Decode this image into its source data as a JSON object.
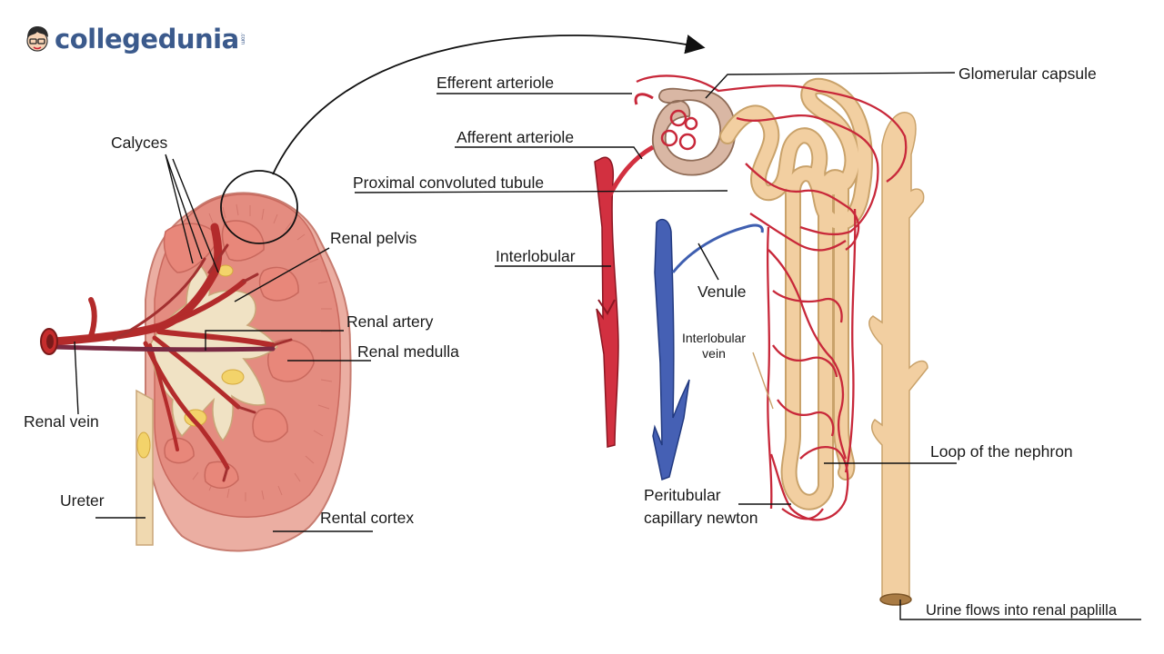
{
  "brand": {
    "name": "collegedunia",
    "tld": ".com"
  },
  "labels": {
    "calyces": "Calyces",
    "renal_pelvis": "Renal pelvis",
    "renal_artery": "Renal artery",
    "renal_medulla": "Renal medulla",
    "renal_vein": "Renal vein",
    "ureter": "Ureter",
    "rental_cortex": "Rental cortex",
    "efferent_arteriole": "Efferent arteriole",
    "afferent_arteriole": "Afferent arteriole",
    "proximal_tubule": "Proximal convoluted tubule",
    "interlobular": "Interlobular",
    "venule": "Venule",
    "interlobular_vein_1": "Interlobular",
    "interlobular_vein_2": "vein",
    "peritubular_1": "Peritubular",
    "peritubular_2": "capillary newton",
    "glomerular_capsule": "Glomerular capsule",
    "loop_of_nephron": "Loop of the nephron",
    "urine_flows": "Urine flows into renal paplilla"
  },
  "colors": {
    "cortex": "#e59589",
    "cortex_outer": "#f1c0b3",
    "medulla": "#e88779",
    "pelvis": "#f0e2c4",
    "artery_red": "#c8283a",
    "vein_blue": "#3f5fb0",
    "tubule": "#f2cfa1",
    "capsule": "#d9b7a4",
    "fat_yellow": "#f3d36a"
  }
}
